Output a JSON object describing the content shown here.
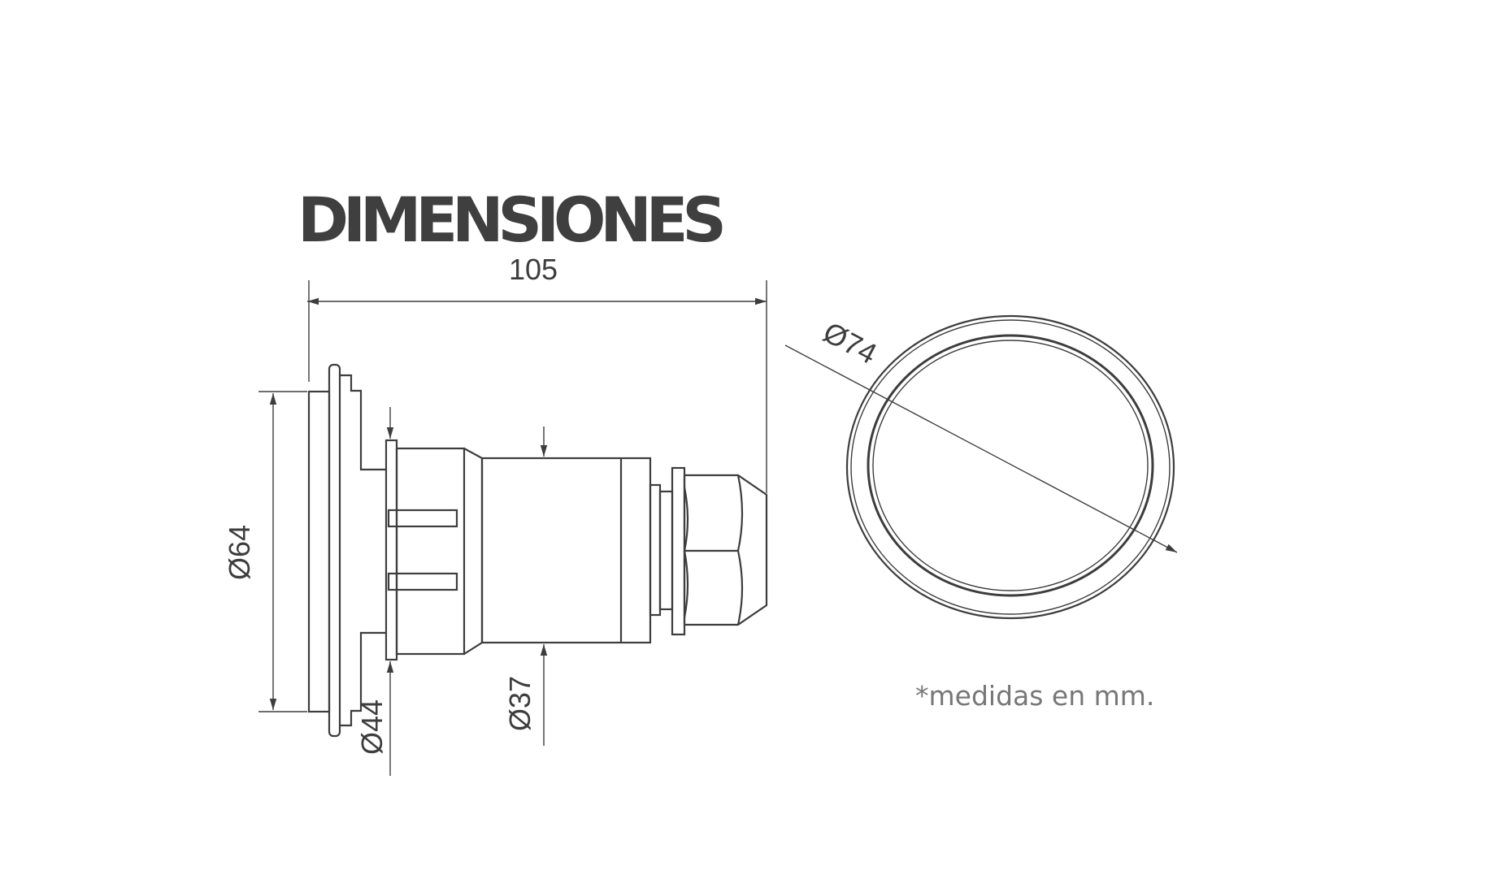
{
  "title": "DIMENSIONES",
  "dimensions": {
    "length": "105",
    "flange_diameter": "Ø64",
    "neck_diameter": "Ø44",
    "body_diameter": "Ø37",
    "front_diameter": "Ø74"
  },
  "footnote": "*medidas en mm.",
  "colors": {
    "line": "#3d3d3d",
    "title": "#3f3f40",
    "note": "#77777a"
  }
}
